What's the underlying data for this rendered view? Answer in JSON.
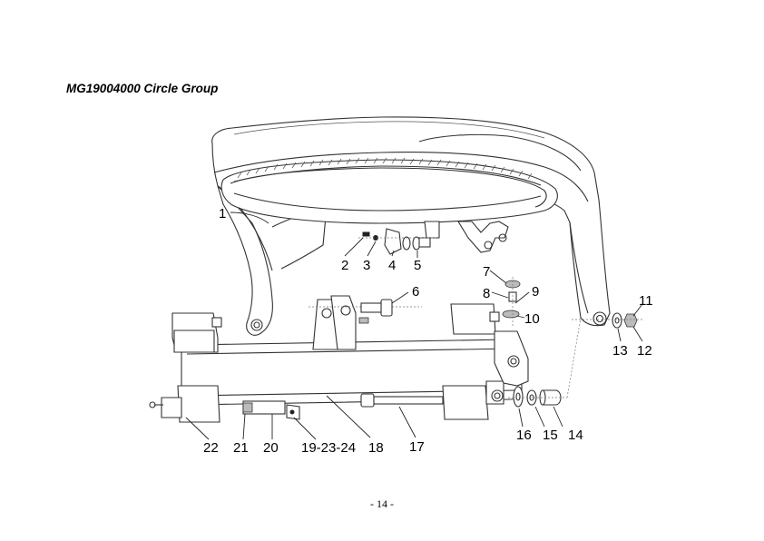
{
  "title": "MG19004000 Circle Group",
  "page_number": "- 14 -",
  "labels": {
    "l1": "1",
    "l2": "2",
    "l3": "3",
    "l4": "4",
    "l5": "5",
    "l6": "6",
    "l7": "7",
    "l8": "8",
    "l9": "9",
    "l10": "10",
    "l11": "11",
    "l12": "12",
    "l13": "13",
    "l14": "14",
    "l15": "15",
    "l16": "16",
    "l17": "17",
    "l18": "18",
    "l19_23_24": "19-23-24",
    "l20": "20",
    "l21": "21",
    "l22": "22"
  }
}
